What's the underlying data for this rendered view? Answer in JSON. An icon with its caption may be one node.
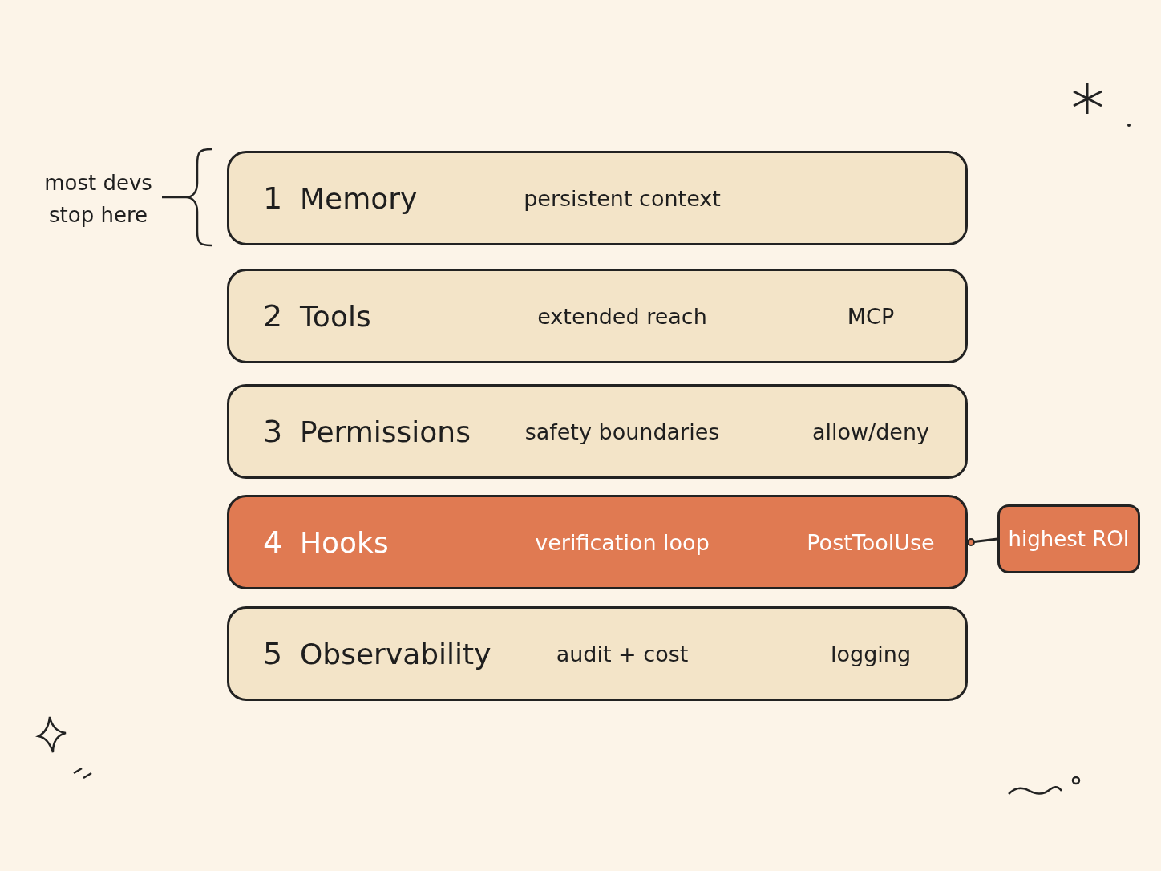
{
  "diagram": {
    "nodes": [
      {
        "text": [
          "1",
          "Memory",
          "persistent context"
        ]
      },
      {
        "text": [
          "2",
          "Tools",
          "extended reach",
          "MCP"
        ]
      },
      {
        "text": [
          "3",
          "Permissions",
          "safety boundaries",
          "allow/deny"
        ]
      },
      {
        "text": [
          "4",
          "Hooks",
          "verification loop",
          "PostToolUse"
        ]
      },
      {
        "text": [
          "5",
          "Observability",
          "audit + cost",
          "logging"
        ]
      },
      {
        "text": [
          "highest ROI"
        ]
      }
    ],
    "edges": [
      {
        "from": 5,
        "to": 3,
        "arrow": "other"
      }
    ],
    "labels": [
      "most devs stop here"
    ]
  }
}
